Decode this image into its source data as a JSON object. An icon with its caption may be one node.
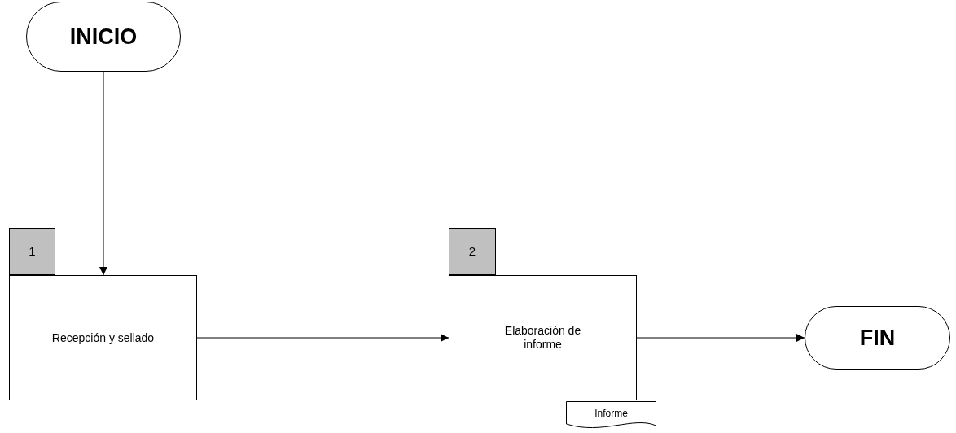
{
  "diagram": {
    "nodes": [
      {
        "text": [
          "INICIO"
        ]
      },
      {
        "text": [
          "1"
        ]
      },
      {
        "text": [
          "Recepción y sellado"
        ]
      },
      {
        "text": [
          "2"
        ]
      },
      {
        "text": [
          "Elaboración de informe"
        ]
      },
      {
        "text": [
          "Informe"
        ]
      },
      {
        "text": [
          "FIN"
        ]
      }
    ],
    "edges": [
      {
        "from": 0,
        "to": 2,
        "arrow": "to"
      },
      {
        "from": 2,
        "to": 4,
        "arrow": "to"
      },
      {
        "from": 4,
        "to": 6,
        "arrow": "to"
      }
    ]
  }
}
